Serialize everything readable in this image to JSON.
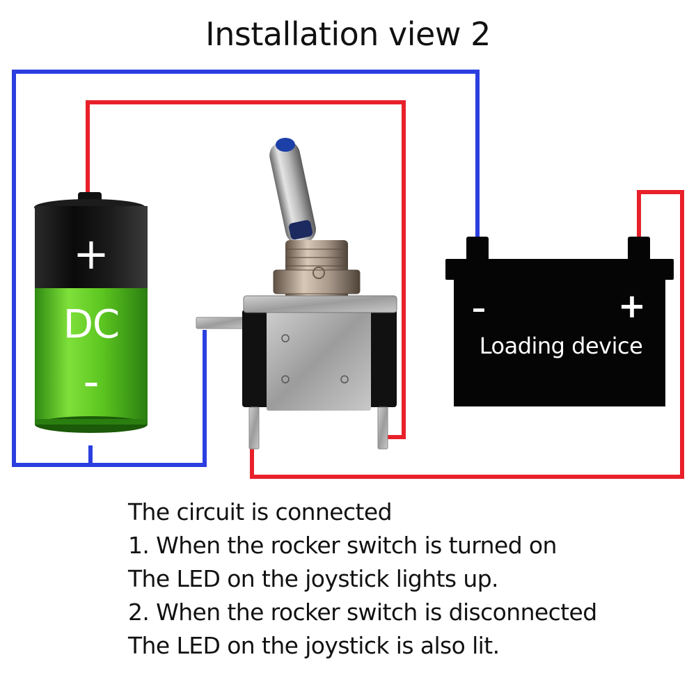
{
  "title": "Installation view 2",
  "battery": {
    "plus_sign": "+",
    "label": "DC",
    "minus_sign": "-"
  },
  "load": {
    "minus_sign": "-",
    "plus_sign": "+",
    "label": "Loading device"
  },
  "colors": {
    "positive_wire": "#e8202a",
    "negative_wire": "#2b3fe0",
    "battery_top": "#0c0c0c",
    "battery_charge": "#6fd12c",
    "load_body": "#050505",
    "switch_led": "#1d3fa8"
  },
  "description": [
    "The circuit is connected",
    "1. When the rocker switch is turned on",
    "The LED on the joystick lights up.",
    "2. When the rocker switch is disconnected",
    "The LED on the joystick is also lit."
  ]
}
